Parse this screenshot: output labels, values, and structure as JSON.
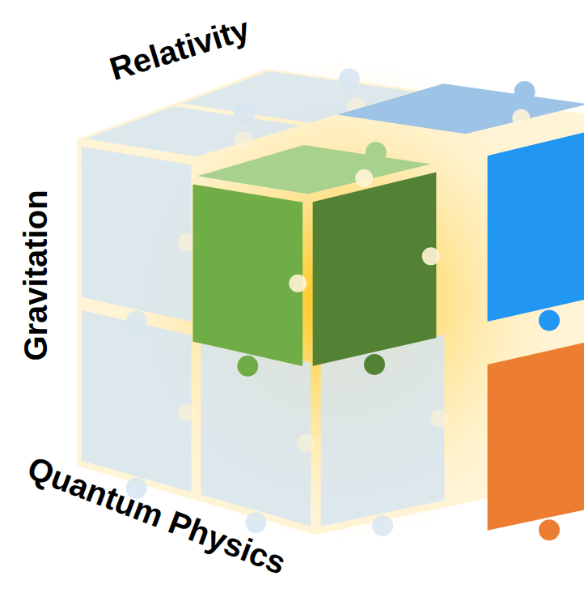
{
  "diagram": {
    "labels": [
      "Relativity",
      "Gravitation",
      "Quantum Physics"
    ]
  }
}
